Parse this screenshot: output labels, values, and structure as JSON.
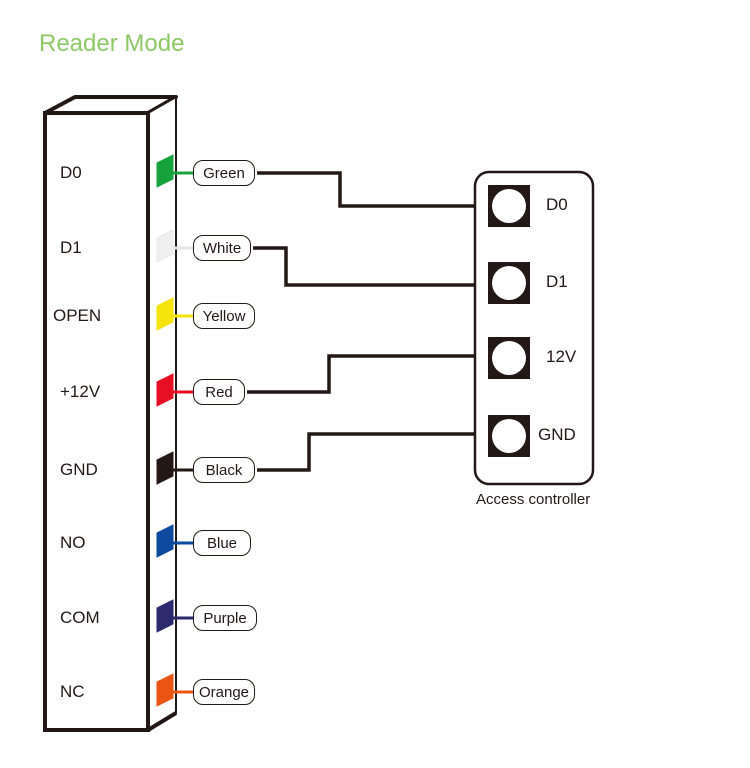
{
  "title": "Reader Mode",
  "reader": {
    "pins": [
      {
        "label": "D0",
        "wire": "Green",
        "color": "#16a33c"
      },
      {
        "label": "D1",
        "wire": "White",
        "color": "#efefef"
      },
      {
        "label": "OPEN",
        "wire": "Yellow",
        "color": "#f5e30c"
      },
      {
        "label": "+12V",
        "wire": "Red",
        "color": "#e60f23"
      },
      {
        "label": "GND",
        "wire": "Black",
        "color": "#231815"
      },
      {
        "label": "NO",
        "wire": "Blue",
        "color": "#0d4aa0"
      },
      {
        "label": "COM",
        "wire": "Purple",
        "color": "#2d2a70"
      },
      {
        "label": "NC",
        "wire": "Orange",
        "color": "#ea5514"
      }
    ]
  },
  "controller": {
    "caption": "Access controller",
    "terminals": [
      {
        "label": "D0",
        "connected_wire": "Green"
      },
      {
        "label": "D1",
        "connected_wire": "White"
      },
      {
        "label": "12V",
        "connected_wire": "Red"
      },
      {
        "label": "GND",
        "connected_wire": "Black"
      }
    ]
  },
  "colors": {
    "title": "#8dc866",
    "line": "#231815"
  }
}
